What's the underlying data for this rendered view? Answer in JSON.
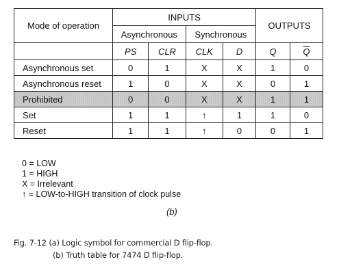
{
  "table": {
    "mode_header": "Mode of operation",
    "inputs_header": "INPUTS",
    "outputs_header": "OUTPUTS",
    "async_header": "Asynchronous",
    "sync_header": "Synchronous",
    "signals": {
      "ps": "PS",
      "clr": "CLR",
      "clk": "CLK",
      "d": "D",
      "q": "Q",
      "qbar": "Q"
    },
    "rows": [
      {
        "mode": "Asynchronous set",
        "ps": "0",
        "clr": "1",
        "clk": "X",
        "d": "X",
        "q": "1",
        "qbar": "0"
      },
      {
        "mode": "Asynchronous reset",
        "ps": "1",
        "clr": "0",
        "clk": "X",
        "d": "X",
        "q": "0",
        "qbar": "1"
      },
      {
        "mode": "Prohibited",
        "ps": "0",
        "clr": "0",
        "clk": "X",
        "d": "X",
        "q": "1",
        "qbar": "1"
      },
      {
        "mode": "Set",
        "ps": "1",
        "clr": "1",
        "clk": "↑",
        "d": "1",
        "q": "1",
        "qbar": "0"
      },
      {
        "mode": "Reset",
        "ps": "1",
        "clr": "1",
        "clk": "↑",
        "d": "0",
        "q": "0",
        "qbar": "1"
      }
    ],
    "shaded_row": "Prohibited"
  },
  "legend": {
    "low": "0 = LOW",
    "high": "1 = HIGH",
    "irrelevant": "X = Irrelevant",
    "transition_symbol": "↑",
    "transition": "= LOW-to-HIGH transition of clock pulse"
  },
  "sub_label": "(b)",
  "caption": {
    "line1": "Fig. 7-12  (a) Logic symbol for commercial D flip-flop.",
    "line2": "(b) Truth table for 7474 D flip-flop."
  }
}
